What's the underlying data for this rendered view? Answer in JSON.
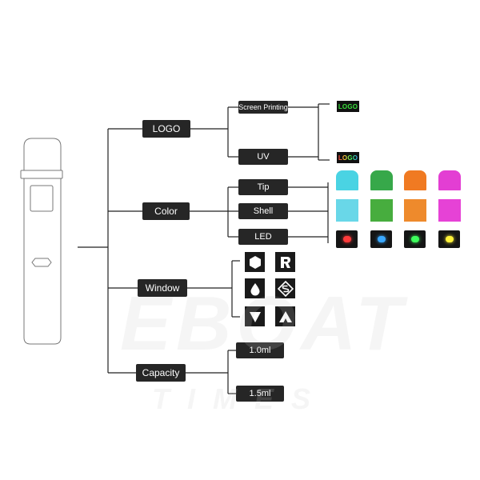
{
  "tree": {
    "logo": {
      "label": "LOGO",
      "children": {
        "screen_printing": "Screen Printing",
        "uv": "UV"
      },
      "samples": {
        "screen_printing_text": "LOGO",
        "uv_text": "LOGO"
      }
    },
    "color": {
      "label": "Color",
      "children": {
        "tip": "Tip",
        "shell": "Shell",
        "led": "LED"
      },
      "swatch_colors": [
        "#4ad3e3",
        "#37a84a",
        "#f07a22",
        "#e33ed3"
      ],
      "led_colors": [
        "#ff3b3b",
        "#3aa8ff",
        "#3dff5c",
        "#fff23a"
      ]
    },
    "window": {
      "label": "Window",
      "icons": [
        "hexagon-icon",
        "r-letter-icon",
        "drop-icon",
        "s-letter-icon",
        "triangle-down-icon",
        "a-letter-icon"
      ]
    },
    "capacity": {
      "label": "Capacity",
      "children": {
        "c1": "1.0ml",
        "c2": "1.5ml"
      }
    }
  },
  "watermark": {
    "main": "EBOAT",
    "sub": "TIMES"
  }
}
